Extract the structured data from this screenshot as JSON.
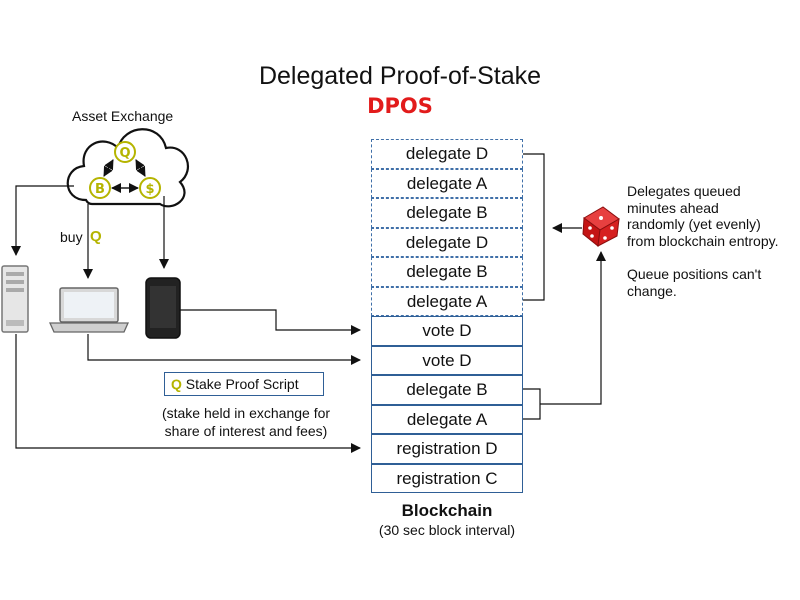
{
  "title": "Delegated Proof-of-Stake",
  "subtitle": "DPOS",
  "exchange": {
    "label": "Asset Exchange",
    "coins": {
      "top": "Q",
      "left": "B",
      "right": "$"
    }
  },
  "buy_label": "buy",
  "buy_coin": "Q",
  "stake_script": {
    "coin": "Q",
    "label": "Stake Proof Script",
    "note_line1": "(stake held in exchange for",
    "note_line2": "share of interest and fees)"
  },
  "blockchain": {
    "title": "Blockchain",
    "subtitle": "(30 sec block interval)",
    "queued_blocks": [
      "delegate D",
      "delegate A",
      "delegate B",
      "delegate D",
      "delegate B",
      "delegate A"
    ],
    "blocks": [
      "vote D",
      "vote D",
      "delegate B",
      "delegate A",
      "registration D",
      "registration C"
    ]
  },
  "queue_note": {
    "line1": "Delegates queued",
    "line2": "minutes ahead",
    "line3": "randomly (yet evenly)",
    "line4": "from blockchain entropy.",
    "line5": "Queue positions can't",
    "line6": "change."
  },
  "colors": {
    "accent_red": "#e21b1b",
    "coin_yellow": "#b5b400",
    "block_border": "#2f5f96"
  },
  "icons": [
    "cloud-icon",
    "coin-q-icon",
    "bitcoin-icon",
    "dollar-icon",
    "server-icon",
    "laptop-icon",
    "phone-icon",
    "dice-icon"
  ]
}
